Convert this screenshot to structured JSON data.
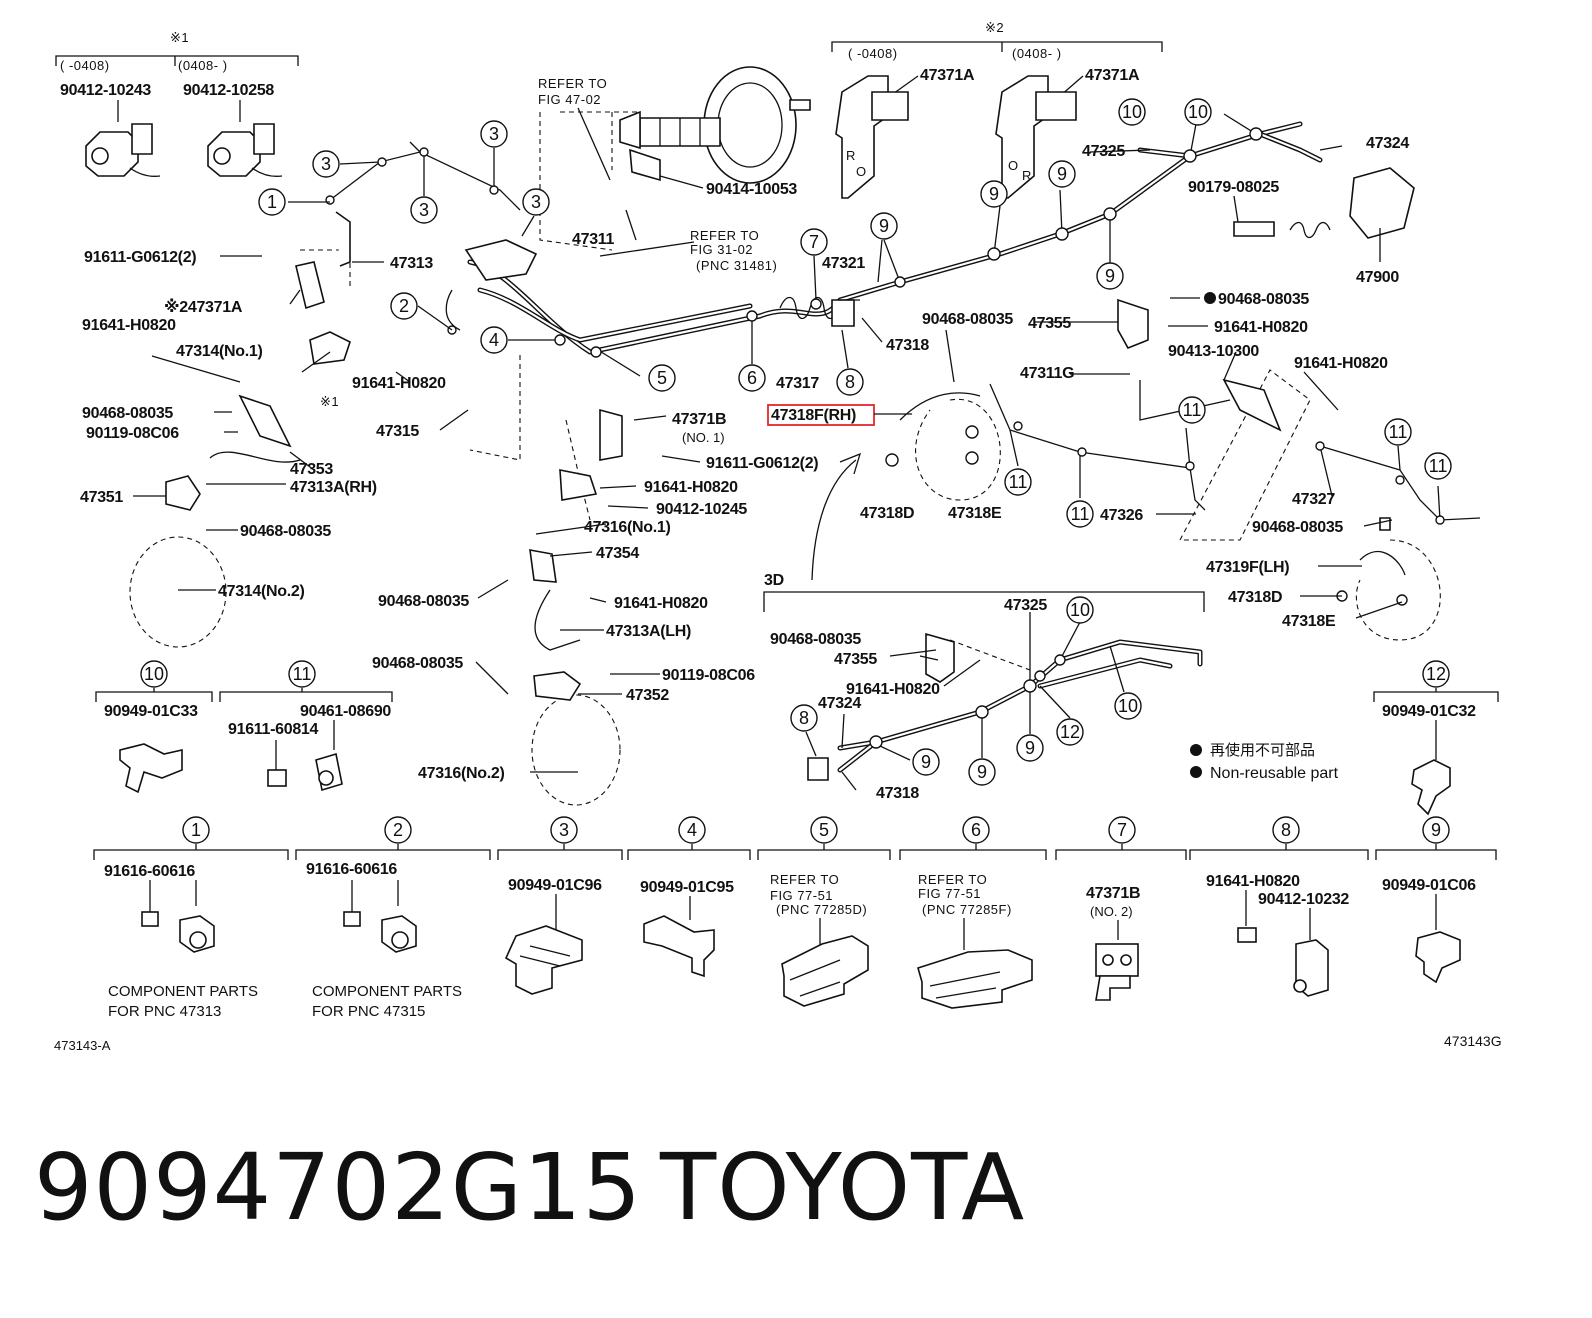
{
  "footer": {
    "part_number": "9094702G15",
    "brand": "TOYOTA"
  },
  "diagram": {
    "code_left": "473143-A",
    "code_right": "473143G",
    "highlight_color": "#e5262a",
    "legend": {
      "jp": "再使用不可部品",
      "en": "Non-reusable part"
    },
    "section_3d": "3D",
    "note1": {
      "mark": "※1",
      "range_a": "(     -0408)",
      "range_b": "(0408-     )",
      "part_a": "90412-10243",
      "part_b": "90412-10258"
    },
    "note2": {
      "mark": "※2",
      "range_a": "(     -0408)",
      "range_b": "(0408-     )",
      "part_a": "47371A",
      "part_b": "47371A"
    },
    "refers": {
      "fig47_line1": "REFER TO",
      "fig47_line2": "FIG 47-02",
      "fig31_line1": "REFER TO",
      "fig31_line2": "FIG 31-02",
      "fig31_line3": "(PNC 31481)"
    },
    "labels": {
      "p90414_10053": "90414-10053",
      "p47311": "47311",
      "p47313": "47313",
      "p91611_g0612_2": "91611-G0612(2)",
      "p47371a_note2": "※247371A",
      "p91641_h0820_a": "91641-H0820",
      "p47314_no1": "47314(No.1)",
      "p91641_h0820_b": "91641-H0820",
      "note1_mark": "※1",
      "p90468_08035_a": "90468-08035",
      "p90119_08c06_a": "90119-08C06",
      "p47315": "47315",
      "p47353": "47353",
      "p47313a_rh": "47313A(RH)",
      "p47351": "47351",
      "p90468_08035_b": "90468-08035",
      "p47314_no2": "47314(No.2)",
      "p47321": "47321",
      "p47317": "47317",
      "p47318_a": "47318",
      "p47371b_no1": "47371B",
      "p47371b_no1_sub": "(NO. 1)",
      "p91611_g0612_2b": "91611-G0612(2)",
      "p91641_h0820_c": "91641-H0820",
      "p90412_10245": "90412-10245",
      "p47316_no1": "47316(No.1)",
      "p47354": "47354",
      "p90468_08035_c": "90468-08035",
      "p91641_h0820_d": "91641-H0820",
      "p47313a_lh": "47313A(LH)",
      "p90468_08035_d": "90468-08035",
      "p90119_08c06_b": "90119-08C06",
      "p47352": "47352",
      "p47316_no2": "47316(No.2)",
      "p47318f_rh": "47318F(RH)",
      "p47318d_a": "47318D",
      "p47318e_a": "47318E",
      "p90468_08035_e": "90468-08035",
      "p47355_a": "47355",
      "p47311g": "47311G",
      "p47326": "47326",
      "p47325_a": "47325",
      "p47324_a": "47324",
      "p90179_08025": "90179-08025",
      "p47900": "47900",
      "p90468_08035_f": "90468-08035",
      "p91641_h0820_e": "91641-H0820",
      "p90413_10300": "90413-10300",
      "p91641_h0820_f": "91641-H0820",
      "p47327": "47327",
      "p90468_08035_g": "90468-08035",
      "p47319f_lh": "47319F(LH)",
      "p47318d_b": "47318D",
      "p47318e_b": "47318E",
      "p47325_b": "47325",
      "p90468_08035_h": "90468-08035",
      "p47355_b": "47355",
      "p91641_h0820_g": "91641-H0820",
      "p47324_b": "47324",
      "p47318_b": "47318"
    },
    "callouts_main": [
      {
        "n": "3"
      },
      {
        "n": "3"
      },
      {
        "n": "3"
      },
      {
        "n": "3"
      },
      {
        "n": "1"
      },
      {
        "n": "2"
      },
      {
        "n": "4"
      },
      {
        "n": "5"
      },
      {
        "n": "6"
      },
      {
        "n": "7"
      },
      {
        "n": "8"
      },
      {
        "n": "9"
      },
      {
        "n": "9"
      },
      {
        "n": "9"
      },
      {
        "n": "9"
      },
      {
        "n": "10"
      },
      {
        "n": "10"
      },
      {
        "n": "11"
      },
      {
        "n": "11"
      },
      {
        "n": "11"
      },
      {
        "n": "11"
      },
      {
        "n": "11"
      },
      {
        "n": "10"
      },
      {
        "n": "10"
      },
      {
        "n": "12"
      },
      {
        "n": "9"
      },
      {
        "n": "9"
      },
      {
        "n": "9"
      },
      {
        "n": "8"
      }
    ],
    "sub_panels_top": [
      {
        "n": "10",
        "parts": [
          "90949-01C33"
        ]
      },
      {
        "n": "11",
        "parts": [
          "90461-08690",
          "91611-60814"
        ]
      },
      {
        "n": "12",
        "parts": [
          "90949-01C32"
        ]
      }
    ],
    "sub_panels_bottom": [
      {
        "n": "1",
        "part": "91616-60616",
        "note1": "COMPONENT PARTS",
        "note2": "FOR PNC 47313"
      },
      {
        "n": "2",
        "part": "91616-60616",
        "note1": "COMPONENT PARTS",
        "note2": "FOR PNC 47315"
      },
      {
        "n": "3",
        "part": "90949-01C96"
      },
      {
        "n": "4",
        "part": "90949-01C95"
      },
      {
        "n": "5",
        "ref1": "REFER TO",
        "ref2": "FIG 77-51",
        "ref3": "(PNC 77285D)"
      },
      {
        "n": "6",
        "ref1": "REFER TO",
        "ref2": "FIG 77-51",
        "ref3": "(PNC 77285F)"
      },
      {
        "n": "7",
        "part": "47371B",
        "sub": "(NO. 2)"
      },
      {
        "n": "8",
        "part": "91641-H0820",
        "part2": "90412-10232"
      },
      {
        "n": "9",
        "part": "90949-01C06"
      }
    ]
  }
}
